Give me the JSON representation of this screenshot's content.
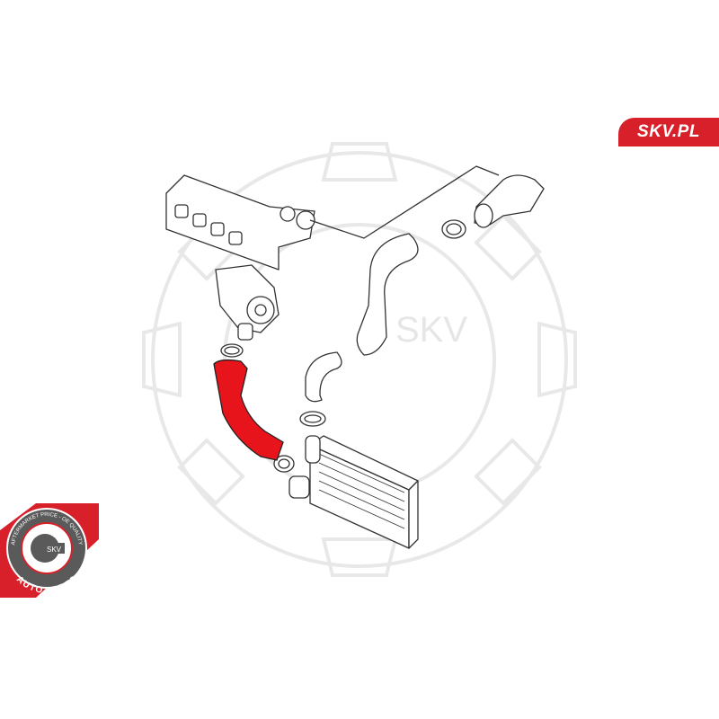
{
  "brand": {
    "site_label": "SKV.PL",
    "watermark_text": "SKV"
  },
  "badge": {
    "ring_text": "AFTERMARKET PRICE - OE QUALITY",
    "center_text": "SKV",
    "bottom_text": "AUTO PARTS"
  },
  "colors": {
    "accent": "#d8202a",
    "highlight_part": "#e8141c",
    "line": "#333333",
    "watermark": "#e6e6e6",
    "badge_gray": "#5a5a5a"
  }
}
